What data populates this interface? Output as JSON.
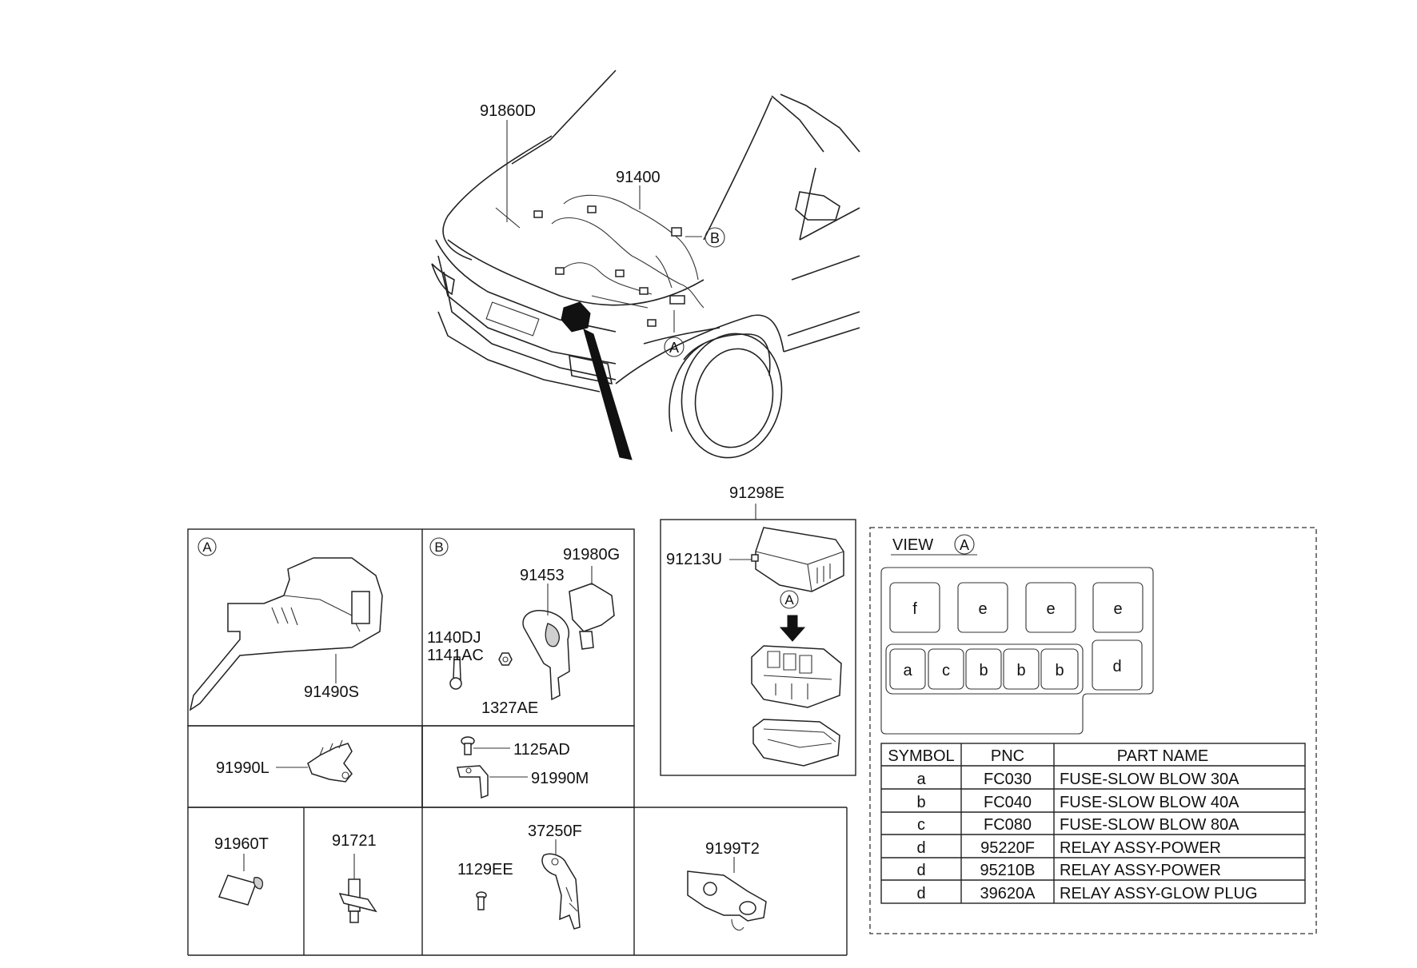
{
  "callouts": {
    "c91860D": "91860D",
    "c91400": "91400",
    "ref_b_top": "B",
    "ref_a_top": "A",
    "c91298E": "91298E",
    "c91213U": "91213U",
    "ref_a_box": "A",
    "c91490S": "91490S",
    "c91980G": "91980G",
    "c91453": "91453",
    "c1140DJ": "1140DJ",
    "c1141AC": "1141AC",
    "c1327AE": "1327AE",
    "c1125AD": "1125AD",
    "c91990L": "91990L",
    "c91990M": "91990M",
    "c91960T": "91960T",
    "c91721": "91721",
    "c37250F": "37250F",
    "c1129EE": "1129EE",
    "c9199T2": "9199T2"
  },
  "detail_boxes": {
    "box_a_marker": "A",
    "box_b_marker": "B"
  },
  "view_a": {
    "title": "VIEW",
    "marker": "A",
    "top_row": [
      "f",
      "e",
      "e",
      "e"
    ],
    "bottom_group": [
      "a",
      "c",
      "b",
      "b",
      "b"
    ],
    "bottom_single": "d"
  },
  "table": {
    "headers": [
      "SYMBOL",
      "PNC",
      "PART NAME"
    ],
    "rows": [
      {
        "symbol": "a",
        "pnc": "FC030",
        "name": "FUSE-SLOW BLOW 30A"
      },
      {
        "symbol": "b",
        "pnc": "FC040",
        "name": "FUSE-SLOW BLOW 40A"
      },
      {
        "symbol": "c",
        "pnc": "FC080",
        "name": "FUSE-SLOW BLOW 80A"
      },
      {
        "symbol": "d",
        "pnc": "95220F",
        "name": "RELAY ASSY-POWER"
      },
      {
        "symbol": "d",
        "pnc": "95210B",
        "name": "RELAY ASSY-POWER"
      },
      {
        "symbol": "d",
        "pnc": "39620A",
        "name": "RELAY ASSY-GLOW PLUG"
      }
    ]
  }
}
